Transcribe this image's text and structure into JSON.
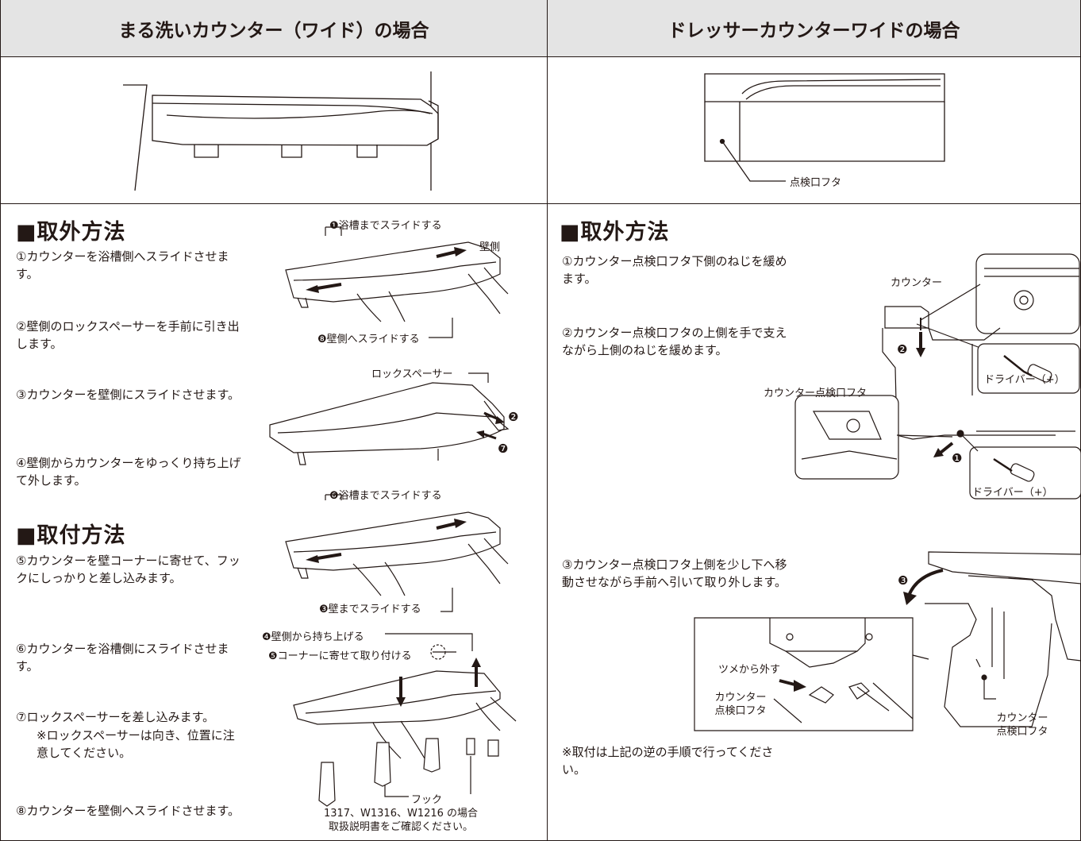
{
  "headers": {
    "left": "まる洗いカウンター（ワイド）の場合",
    "right": "ドレッサーカウンターワイドの場合"
  },
  "right_top_label": "点検口フタ",
  "left": {
    "removal_title": "■取外方法",
    "removal_steps": [
      "①カウンターを浴槽側へスライドさせます。",
      "②壁側のロックスペーサーを手前に引き出します。",
      "③カウンターを壁側にスライドさせます。",
      "④壁側からカウンターをゆっくり持ち上げて外します。"
    ],
    "install_title": "■取付方法",
    "install_steps": [
      "⑤カウンターを壁コーナーに寄せて、フックにしっかりと差し込みます。",
      "⑥カウンターを浴槽側にスライドさせます。",
      "⑦ロックスペーサーを差し込みます。",
      "※ロックスペーサーは向き、位置に注意してください。",
      "⑧カウンターを壁側へスライドさせます。"
    ],
    "labels": {
      "slide_to_tub_1": "❶浴槽までスライドする",
      "wall_side": "壁側",
      "slide_to_wall_8": "❽壁側へスライドする",
      "lock_spacer": "ロックスペーサー",
      "num_2": "❷",
      "num_7": "❼",
      "slide_to_tub_6": "❻浴槽までスライドする",
      "slide_to_wall_3": "❸壁までスライドする",
      "lift_from_wall_4": "❹壁側から持ち上げる",
      "attach_corner_5": "❺コーナーに寄せて取り付ける",
      "hook": "フック",
      "note_line1": "1317、W1316、W1216 の場合",
      "note_line2": "取扱説明書をご確認ください。"
    }
  },
  "right": {
    "removal_title": "■取外方法",
    "steps": [
      "①カウンター点検口フタ下側のねじを緩めます。",
      "②カウンター点検口フタの上側を手で支えながら上側のねじを緩めます。",
      "③カウンター点検口フタ上側を少し下へ移動させながら手前へ引いて取り外します。",
      "※取付は上記の逆の手順で行ってください。"
    ],
    "labels": {
      "counter": "カウンター",
      "driver_1": "ドライバー（+）",
      "inspection_lid": "カウンター点検口フタ",
      "driver_2": "ドライバー（+）",
      "num_2": "❷",
      "num_1": "❶",
      "num_3": "❸",
      "remove_from_claw": "ツメから外す",
      "lid_small_1": "カウンター",
      "lid_small_2": "点検口フタ",
      "lid_right_1": "カウンター",
      "lid_right_2": "点検口フタ"
    }
  }
}
